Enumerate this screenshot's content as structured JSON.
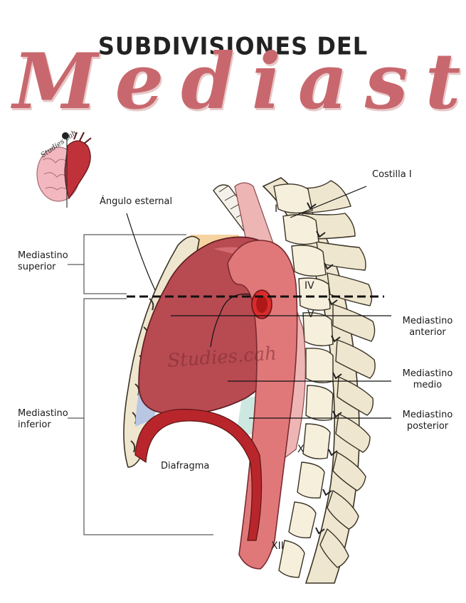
{
  "title": {
    "top": "SUBDIVISIONES DEL",
    "main": "Mediastino"
  },
  "labels": {
    "costilla": "Costilla I",
    "angulo": "Ángulo esternal",
    "superior_l1": "Mediastino",
    "superior_l2": "superior",
    "inferior_l1": "Mediastino",
    "inferior_l2": "inferior",
    "anterior_l1": "Mediastino",
    "anterior_l2": "anterior",
    "medio_l1": "Mediastino",
    "medio_l2": "medio",
    "posterior_l1": "Mediastino",
    "posterior_l2": "posterior",
    "diafragma": "Diafragma"
  },
  "vertebrae": {
    "v1": "I",
    "v4": "IV",
    "v5": "V",
    "v10": "X",
    "v12": "XII"
  },
  "watermark": "Studies.cah",
  "logo_text": "Studies cah",
  "colors": {
    "title_pink": "#c8686e",
    "heart": "#b84a52",
    "aorta": "#e0787a",
    "bone": "#efe6cf",
    "anterior_blue": "#b9c6e4",
    "superior_orange": "#f6d3a0",
    "posterior_mint": "#cde8e0",
    "diaphragm": "#b8262b"
  }
}
